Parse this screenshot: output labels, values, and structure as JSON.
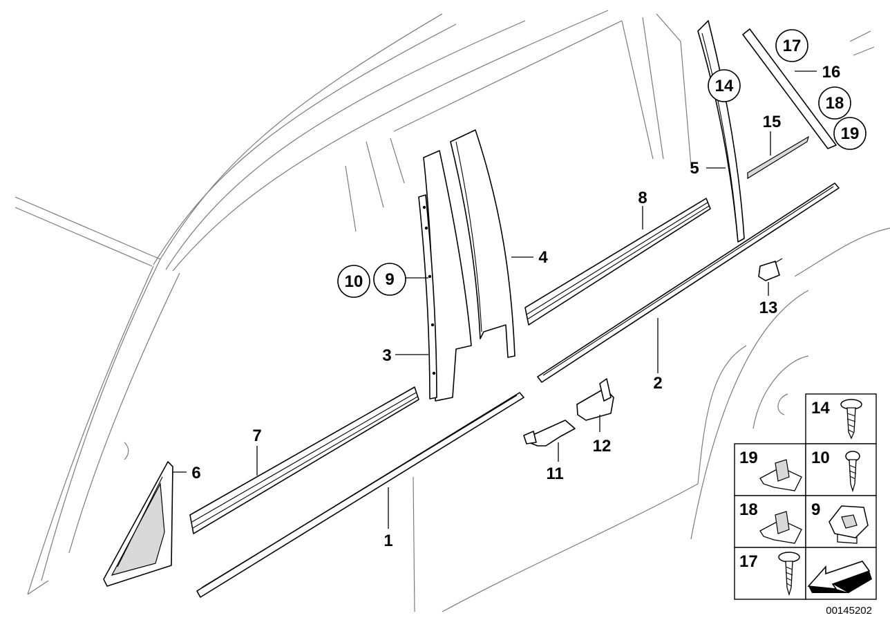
{
  "diagram": {
    "callouts": {
      "c1": "1",
      "c2": "2",
      "c3": "3",
      "c4": "4",
      "c5": "5",
      "c6": "6",
      "c7": "7",
      "c8": "8",
      "c9": "9",
      "c10": "10",
      "c11": "11",
      "c12": "12",
      "c13": "13",
      "c14": "14",
      "c15": "15",
      "c16": "16",
      "c17": "17",
      "c18": "18",
      "c19": "19"
    },
    "legend": {
      "l14": "14",
      "l19": "19",
      "l10": "10",
      "l18": "18",
      "l9": "9",
      "l17": "17"
    },
    "drawing_code": "00145202"
  }
}
